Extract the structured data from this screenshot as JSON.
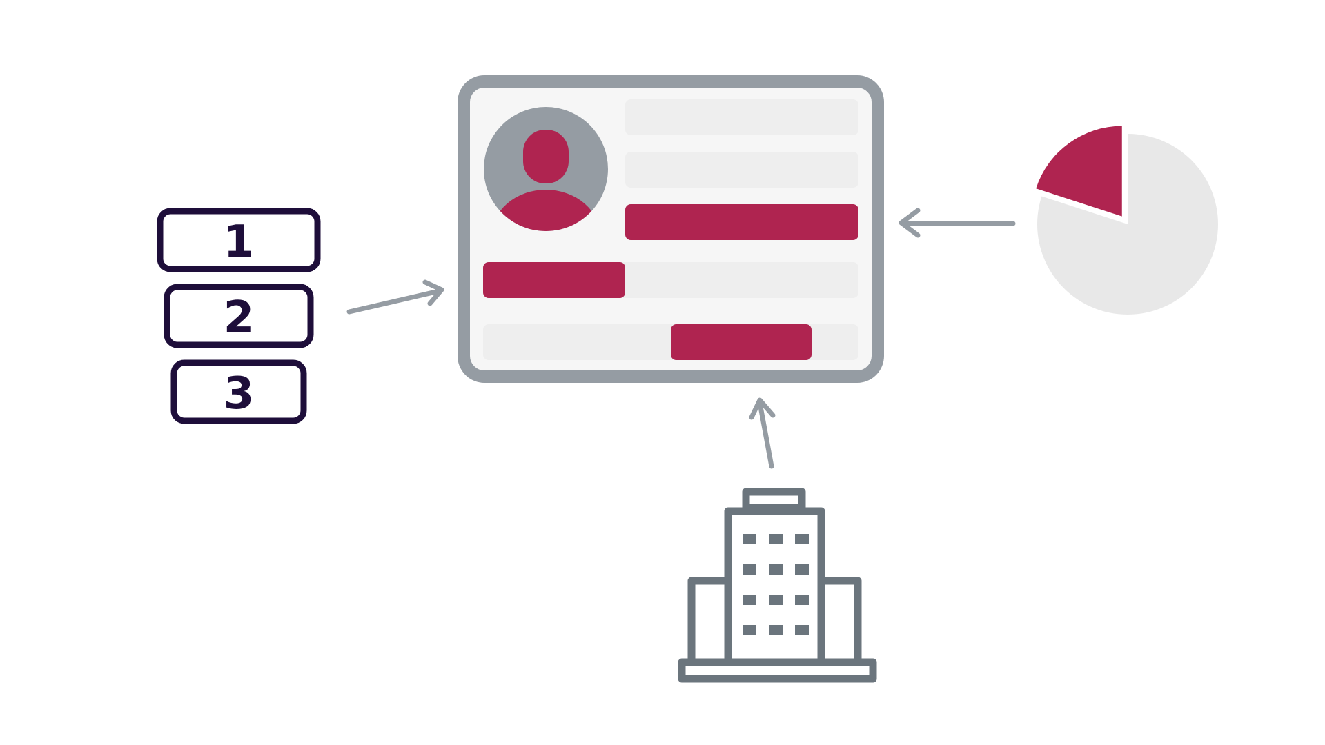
{
  "numbered_items": [
    "1",
    "2",
    "3"
  ],
  "pie": {
    "highlight_fraction": 0.2
  },
  "colors": {
    "accent": "#af2450",
    "frame": "#959ca3",
    "arrow": "#959ca3",
    "numbered_stroke": "#1e0e3a",
    "building": "#6b757d",
    "placeholder": "#eeeeee",
    "card_bg": "#f6f6f6",
    "pie_light": "#e8e8e8"
  },
  "icons": {
    "avatar": "user-avatar-icon",
    "building": "office-building-icon",
    "pie": "pie-chart-icon"
  }
}
